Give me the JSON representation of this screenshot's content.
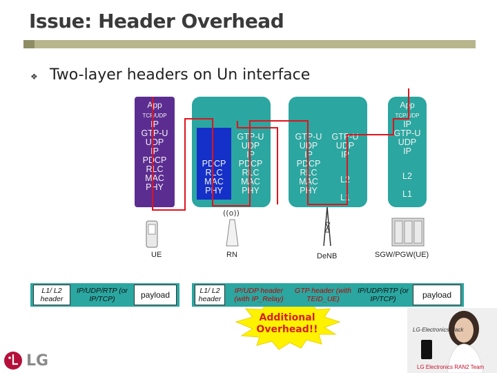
{
  "title": "Issue: Header Overhead",
  "bullet": "Two-layer headers on Un interface",
  "stacks": {
    "ue": {
      "app": "App",
      "layers": [
        "TCP/UDP",
        "IP",
        "GTP-U",
        "UDP",
        "IP",
        "PDCP",
        "RLC",
        "MAC",
        "PHY"
      ]
    },
    "rn_left": {
      "layers": [
        "PDCP",
        "RLC",
        "MAC",
        "PHY"
      ]
    },
    "rn_right": {
      "layers": [
        "GTP-U",
        "UDP",
        "IP",
        "PDCP",
        "RLC",
        "MAC",
        "PHY"
      ]
    },
    "denb_left": {
      "layers": [
        "GTP-U",
        "UDP",
        "IP",
        "PDCP",
        "RLC",
        "MAC",
        "PHY"
      ]
    },
    "denb_right": {
      "layers": [
        "GTP-U",
        "UDP",
        "IP",
        "L2",
        "L1"
      ]
    },
    "sgw": {
      "app": "App",
      "layers": [
        "TCP/UDP",
        "IP",
        "GTP-U",
        "UDP",
        "IP",
        "L2",
        "L1"
      ]
    }
  },
  "devices": {
    "ue": "UE",
    "rn": "RN",
    "denb": "DeNB",
    "sgw": "SGW/PGW(UE)"
  },
  "headers": {
    "left": [
      "L1/ L2 header",
      "IP/UDP/RTP (or IP/TCP)",
      "payload"
    ],
    "right": [
      "L1/ L2 header",
      "IP/UDP header (with IP_Relay)",
      "GTP header (with TEID_UE)",
      "IP/UDP/RTP (or IP/TCP)",
      "payload"
    ]
  },
  "burst": "Additional Overhead!!",
  "logo": "LG",
  "ad_brand": "LG-Electronics black",
  "footer": "LG Electronics RAN2 Team",
  "colors": {
    "title_bar": "#b7b58c",
    "stack": "#2ba6a0",
    "ue_stack": "#5c2d91",
    "rn_stack": "#1530c8",
    "flow_line": "#e0131c",
    "burst": "#fff200",
    "burst_text": "#d81e1e"
  },
  "icons": [
    "antenna-icon",
    "tower-icon",
    "phone-icon",
    "server-icon",
    "lg-logo-icon"
  ]
}
